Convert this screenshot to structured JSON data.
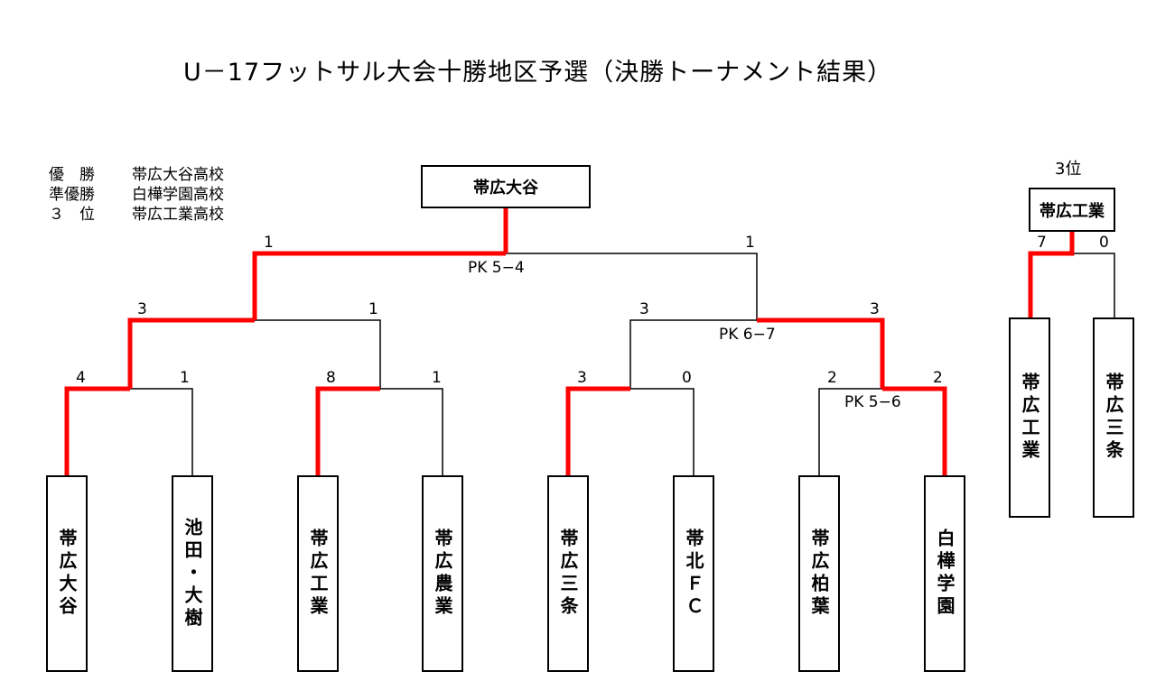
{
  "title": "U－17フットサル大会十勝地区予選（決勝トーナメント結果）",
  "summary": [
    {
      "label": "優　勝",
      "team": "帯広大谷高校"
    },
    {
      "label": "準優勝",
      "team": "白樺学園高校"
    },
    {
      "label": "３　位",
      "team": "帯広工業高校"
    }
  ],
  "champion": "帯広大谷",
  "third_place": {
    "label": "3位",
    "winner": "帯広工業"
  },
  "teams": [
    "帯広大谷",
    "池田・大樹",
    "帯広工業",
    "帯広農業",
    "帯広三条",
    "帯北ＦＣ",
    "帯広柏葉",
    "白樺学園"
  ],
  "third_place_teams": [
    "帯広工業",
    "帯広三条"
  ],
  "scores": {
    "r1": [
      "4",
      "1",
      "8",
      "1",
      "3",
      "0",
      "2",
      "2"
    ],
    "r2": [
      "3",
      "1",
      "3",
      "3"
    ],
    "final": [
      "1",
      "1"
    ],
    "third": [
      "7",
      "0"
    ]
  },
  "pk": {
    "final": "PK 5−4",
    "semi": "PK 6−7",
    "quarter": "PK 5−6"
  },
  "colors": {
    "winner_line": "#ff0000",
    "line": "#000000"
  }
}
